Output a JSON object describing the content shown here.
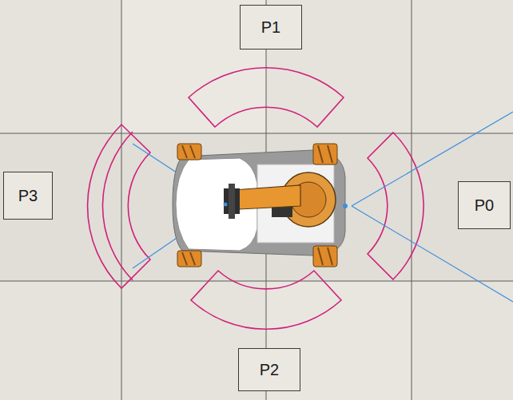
{
  "diagram": {
    "nodes": [
      {
        "text": [
          "P1"
        ]
      },
      {
        "text": [
          "P3"
        ]
      },
      {
        "text": [
          "P0"
        ]
      },
      {
        "text": [
          "P2"
        ]
      }
    ]
  }
}
